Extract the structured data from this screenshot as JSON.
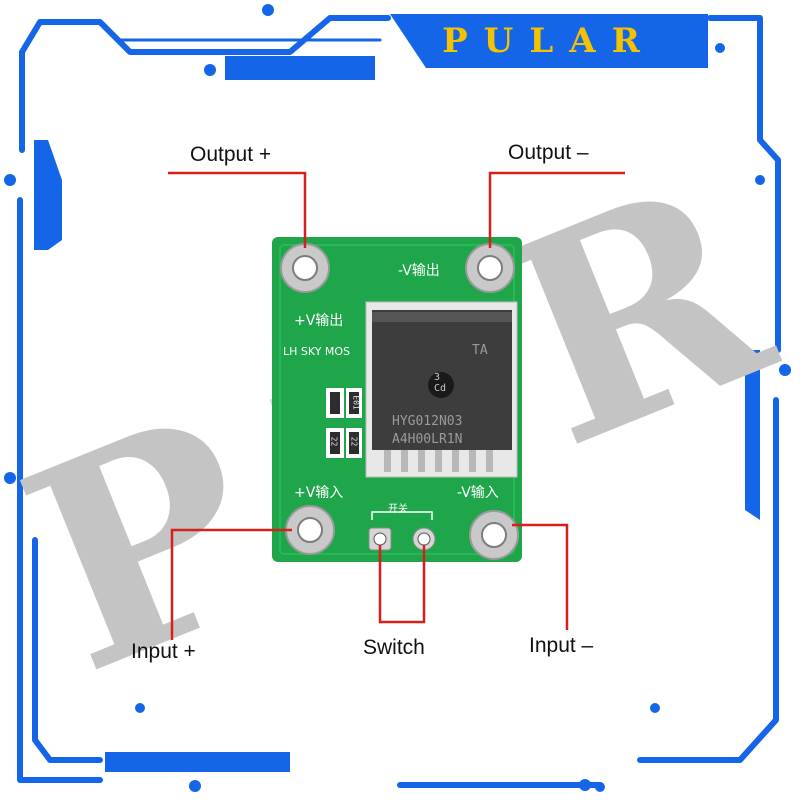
{
  "brand": {
    "name": "PULAR",
    "color": "#f3c200",
    "frame_color": "#1565e8"
  },
  "watermark": {
    "letters": [
      "P",
      "U",
      "R"
    ],
    "color": "#c4c4c4"
  },
  "callouts": {
    "output_plus": "Output +",
    "output_minus": "Output –",
    "input_plus": "Input +",
    "input_minus": "Input –",
    "switch": "Switch"
  },
  "board": {
    "color": "#1fa64a",
    "silkscreen": {
      "out_plus": "+V输出",
      "out_minus": "-V输出",
      "in_plus": "+V输入",
      "in_minus": "-V输入",
      "switch": "开关",
      "model": "LH SKY MOS"
    },
    "chip": {
      "brand": "TA",
      "logo": "3\nCd",
      "part": "HYG012N03",
      "lot": "A4H00LR1N"
    },
    "components": [
      "E01",
      "22",
      "22"
    ]
  },
  "leader_color": "#d61f1f"
}
